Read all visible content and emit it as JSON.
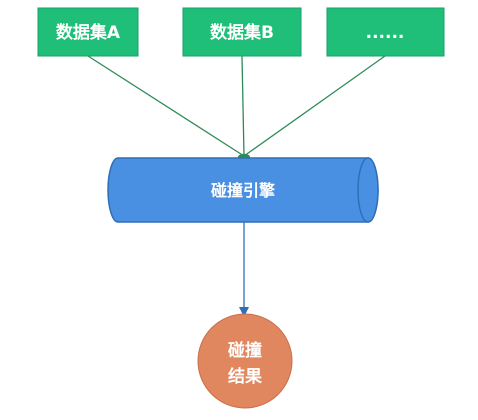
{
  "sources": [
    {
      "label": "数据集A"
    },
    {
      "label": "数据集B"
    },
    {
      "label": "......"
    }
  ],
  "engine": {
    "label": "碰撞引擎"
  },
  "result": {
    "line1": "碰撞",
    "line2": "结果"
  },
  "colors": {
    "source_fill": "#1fbf7a",
    "source_border": "#17a266",
    "connector": "#2e8b57",
    "engine_fill": "#4a90e2",
    "engine_border": "#2f6fb8",
    "arrow": "#2f6fb8",
    "result_fill": "#e0875f",
    "result_border": "#c96e48"
  }
}
